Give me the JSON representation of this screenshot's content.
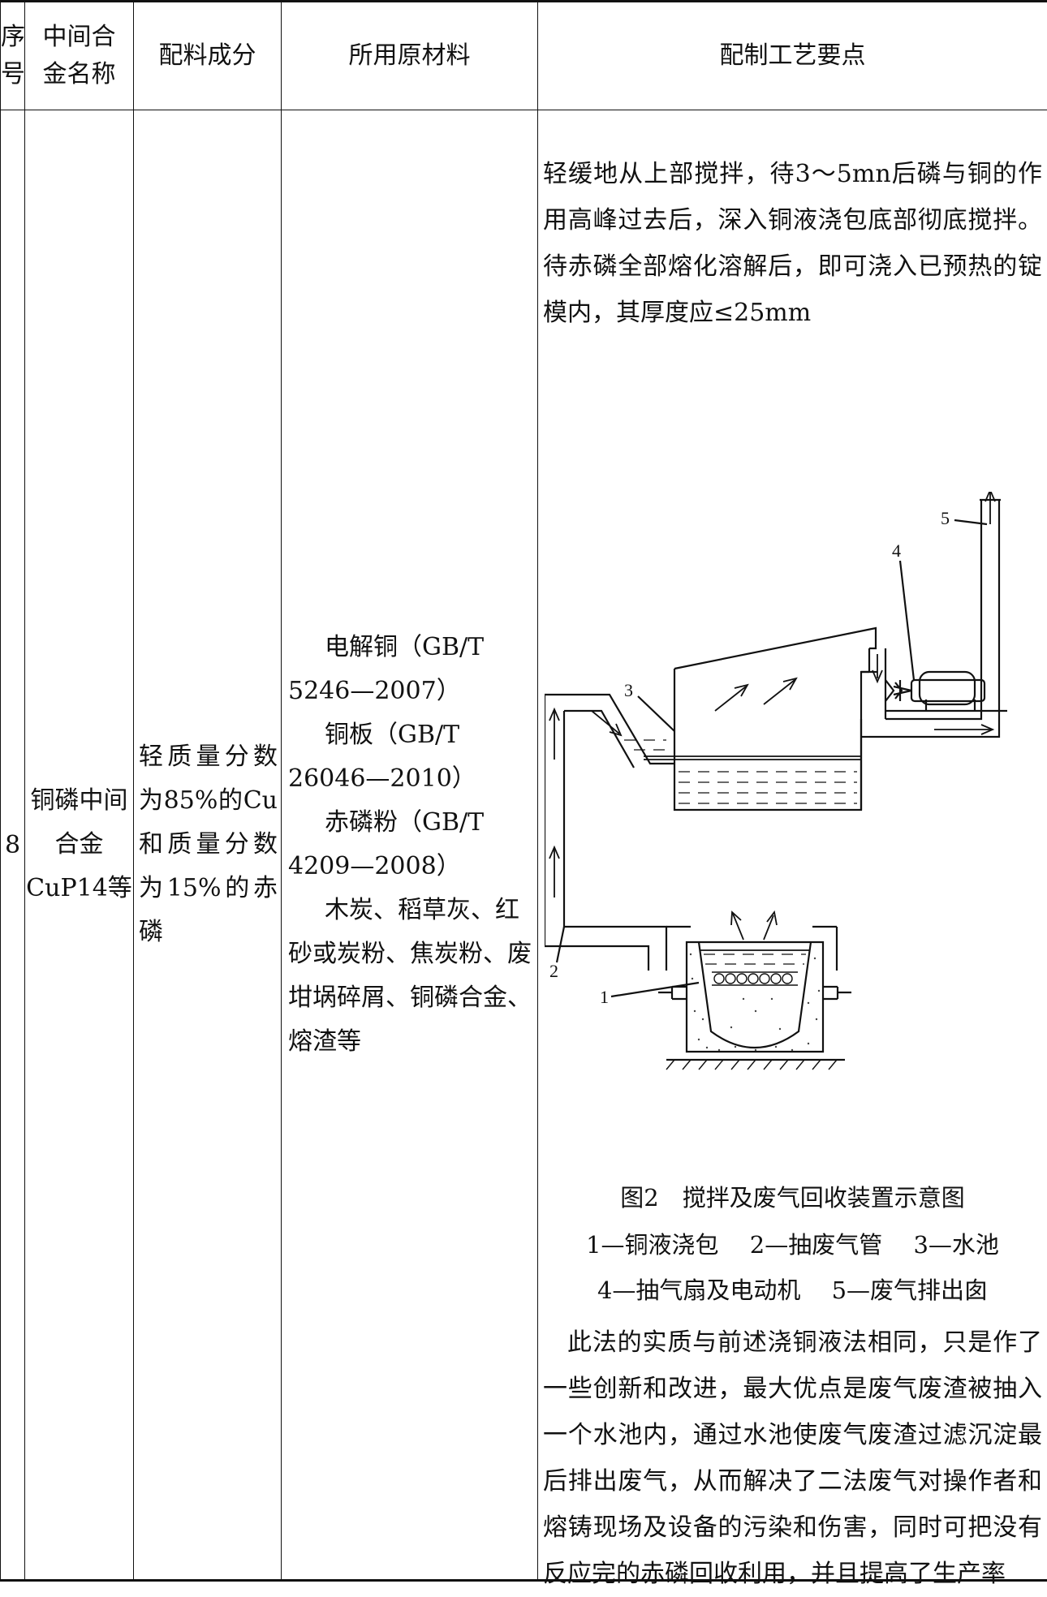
{
  "header": {
    "col1": "序号",
    "col2": "中间合金名称",
    "col3": "配料成分",
    "col4": "所用原材料",
    "col5": "配制工艺要点"
  },
  "row": {
    "index": "8",
    "alloy_name": "铜磷中间合金CuP14等",
    "composition": "轻质量分数为85%的Cu和质量分数为15%的赤磷",
    "materials": [
      "电解铜（GB/T 5246—2007）",
      "铜板（GB/T 26046—2010）",
      "赤磷粉（GB/T 4209—2008）",
      "木炭、稻草灰、红砂或炭粉、焦炭粉、废坩埚碎屑、铜磷合金、熔渣等"
    ],
    "process_top": "轻缓地从上部搅拌，待3～5mn后磷与铜的作用高峰过去后，深入铜液浇包底部彻底搅拌。待赤磷全部熔化溶解后，即可浇入已预热的锭模内，其厚度应≤25mm",
    "process_bottom": "此法的实质与前述浇铜液法相同，只是作了一些创新和改进，最大优点是废气废渣被抽入一个水池内，通过水池使废气废渣过滤沉淀最后排出废气，从而解决了二法废气对操作者和熔铸现场及设备的污染和伤害，同时可把没有反应完的赤磷回收利用，并且提高了生产率"
  },
  "figure": {
    "caption_title": "图2　搅拌及废气回收装置示意图",
    "legend_1": "1—铜液浇包",
    "legend_2": "2—抽废气管",
    "legend_3": "3—水池",
    "legend_4": "4—抽气扇及电动机",
    "legend_5": "5—废气排出囱",
    "labels": [
      "1",
      "2",
      "3",
      "4",
      "5"
    ]
  }
}
